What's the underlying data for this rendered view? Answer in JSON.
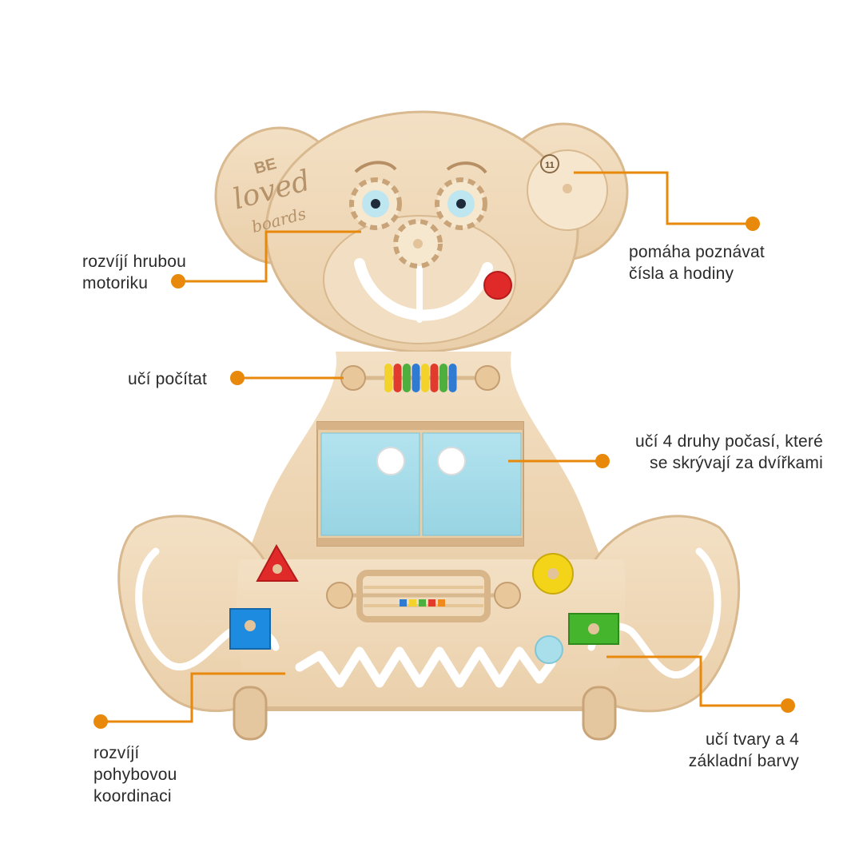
{
  "brand": {
    "logo_line1": "BE",
    "logo_line2": "loved",
    "logo_line3": "boards"
  },
  "clock_number": "11",
  "callouts": {
    "gross_motor": "rozvíjí hrubou\nmotoriku",
    "counting": "učí počítat",
    "numbers_clock": "pomáha poznávat\nčísla a hodiny",
    "weather": "učí 4 druhy počasí, které\nse skrývají za dvířkami",
    "coordination": "rozvíjí\npohybovou\nkoordinaci",
    "shapes_colors": "učí tvary a 4\nzákladní barvy"
  },
  "colors": {
    "accent_orange": "#E8890C",
    "wood": "#EFD7B6",
    "wood_edge": "#D9B98F",
    "door_blue": "#A7DDEA",
    "text": "#2b2b2b"
  },
  "abacus_bead_colors": [
    "#F2D22B",
    "#E23B2E",
    "#4FAF3E",
    "#2F7BD1",
    "#F2D22B",
    "#E23B2E",
    "#4FAF3E",
    "#2F7BD1"
  ]
}
